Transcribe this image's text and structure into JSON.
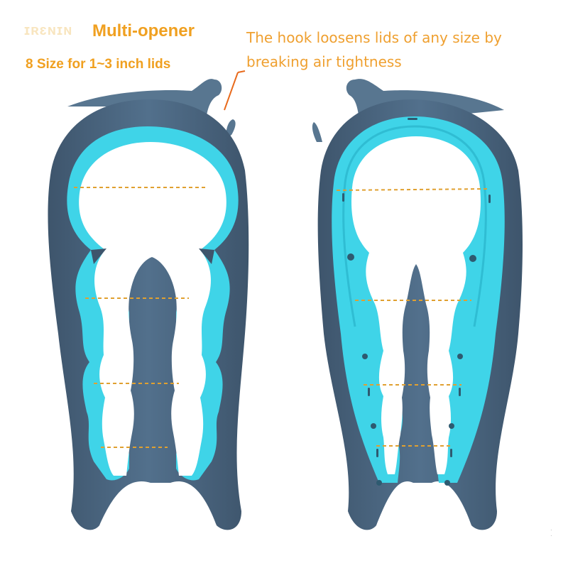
{
  "header": {
    "faded_brand": "ɪʀɛɴɪɴ",
    "title": "Multi-opener",
    "subtitle": "8 Size for 1~3 inch lids"
  },
  "annotation": {
    "hook_note_line1": "The hook loosens lids of any size by",
    "hook_note_line2": "breaking air tightness"
  },
  "product": {
    "name": "jar opener",
    "views": [
      "front",
      "back"
    ],
    "size_markers": 4
  },
  "colors": {
    "accent_text": "#f0a020",
    "body_dark": "#4b6580",
    "grip_cyan": "#3fd4e8",
    "marker_line": "#e0a030",
    "leader_line": "#e86a1c"
  }
}
